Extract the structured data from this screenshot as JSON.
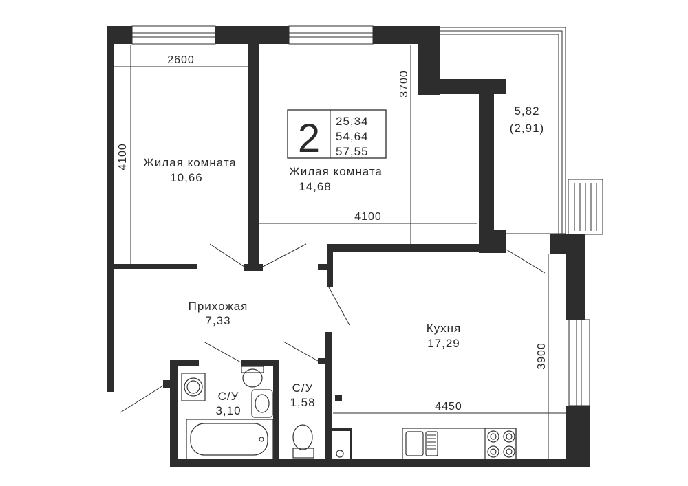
{
  "badge": {
    "rooms": "2",
    "areas": [
      "25,34",
      "54,64",
      "57,55"
    ]
  },
  "rooms": {
    "bedroom_left": {
      "name": "Жилая комната",
      "area": "10,66"
    },
    "bedroom_right": {
      "name": "Жилая комната",
      "area": "14,68"
    },
    "balcony": {
      "area": "5,82",
      "area_reduced": "(2,91)"
    },
    "hallway": {
      "name": "Прихожая",
      "area": "7,33"
    },
    "kitchen": {
      "name": "Кухня",
      "area": "17,29"
    },
    "bath_large": {
      "name": "С/У",
      "area": "3,10"
    },
    "bath_small": {
      "name": "С/У",
      "area": "1,58"
    }
  },
  "dimensions": {
    "bedroom_left_width": "2600",
    "bedroom_left_depth": "4100",
    "bedroom_right_depth": "3700",
    "bedroom_right_width": "4100",
    "kitchen_depth": "3900",
    "kitchen_width": "4450"
  },
  "colors": {
    "wall": "#2d2d2d",
    "line": "#2d2d2d",
    "background": "#ffffff"
  }
}
